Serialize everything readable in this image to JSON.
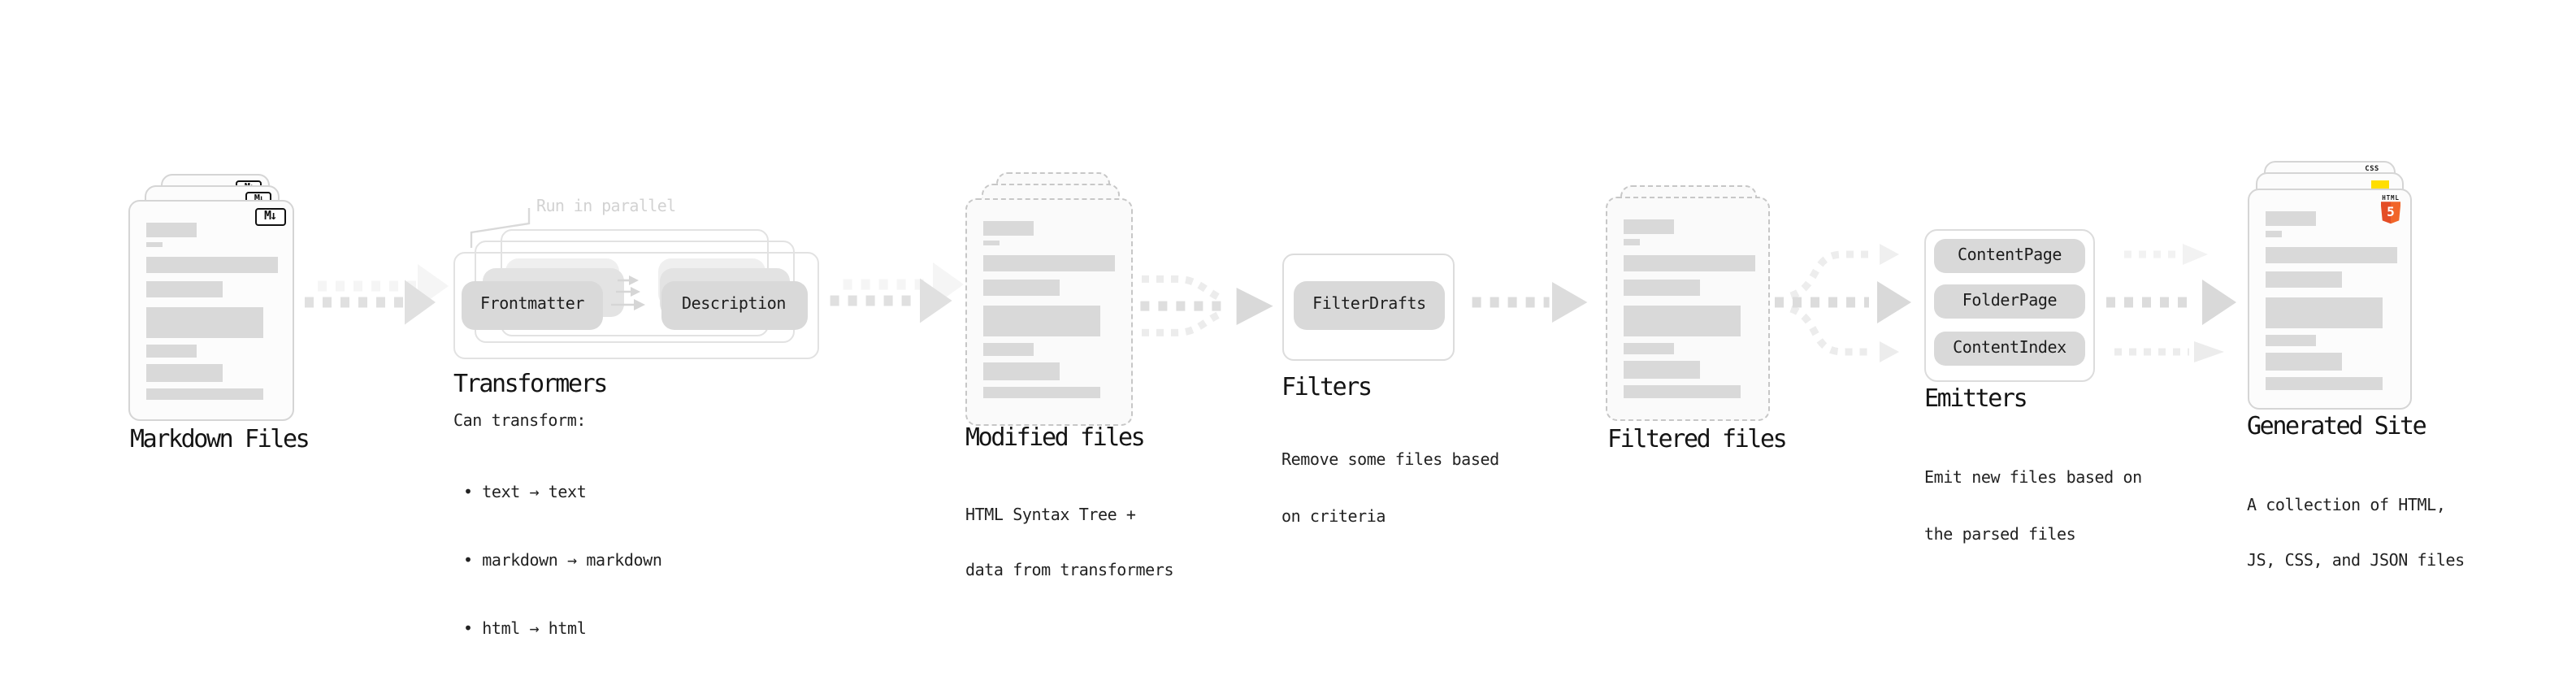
{
  "sections": {
    "markdown": {
      "title": "Markdown Files"
    },
    "transformers": {
      "title": "Transformers",
      "annotation": "Run in parallel",
      "note": "Can transform:",
      "bullets": [
        "• text → text",
        "• markdown → markdown",
        "• html → html"
      ],
      "nodes": {
        "frontmatter": "Frontmatter",
        "description": "Description"
      }
    },
    "modified": {
      "title": "Modified files",
      "desc": [
        "HTML Syntax Tree +",
        "data from transformers"
      ]
    },
    "filters": {
      "title": "Filters",
      "node": "FilterDrafts",
      "desc": [
        "Remove some files based",
        "on criteria"
      ]
    },
    "filtered": {
      "title": "Filtered files"
    },
    "emitters": {
      "title": "Emitters",
      "nodes": [
        "ContentPage",
        "FolderPage",
        "ContentIndex"
      ],
      "desc": [
        "Emit new files based on",
        "the parsed files"
      ]
    },
    "generated": {
      "title": "Generated Site",
      "desc": [
        "A collection of HTML,",
        "JS, CSS, and JSON files"
      ]
    }
  },
  "icons": {
    "markdown_badge": "M↓",
    "html5_label": "HTML",
    "html5_number": "5",
    "css_label": "CSS"
  },
  "colors": {
    "bar": "#d9d9d9",
    "node_fill": "#d9d9d9",
    "arrow_main": "#e0e0e0",
    "arrow_faint": "#f4f4f4",
    "annotation": "#d2d2d2",
    "css_blue": "#2f6df2",
    "js_yellow": "#ffde00",
    "html5_orange": "#f16529"
  }
}
